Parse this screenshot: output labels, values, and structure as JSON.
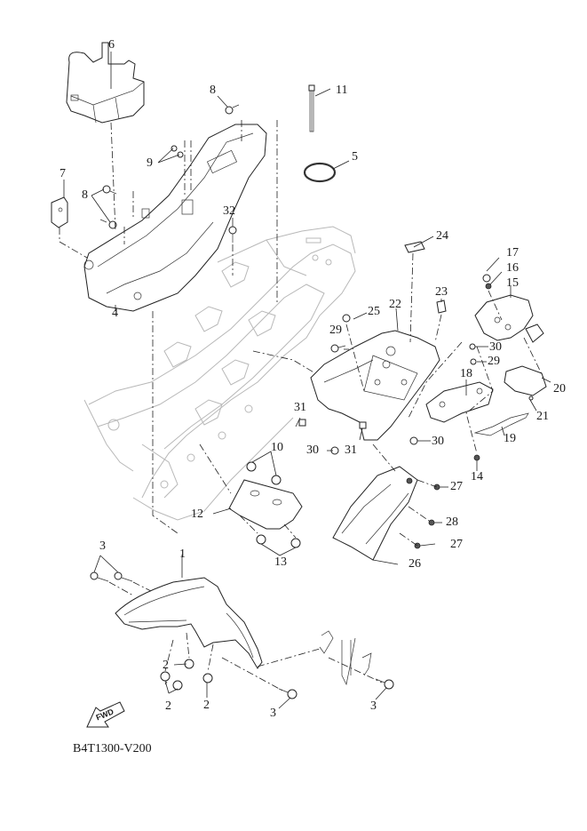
{
  "diagram": {
    "drawing_code": "B4T1300-V200",
    "direction_badge": "FWD",
    "callouts": {
      "c1": "1",
      "c2a": "2",
      "c2b": "2",
      "c2c": "2",
      "c3a": "3",
      "c3b": "3",
      "c3c": "3",
      "c4": "4",
      "c5": "5",
      "c6": "6",
      "c7": "7",
      "c8a": "8",
      "c8b": "8",
      "c9": "9",
      "c10": "10",
      "c11": "11",
      "c12": "12",
      "c13": "13",
      "c14": "14",
      "c15": "15",
      "c16": "16",
      "c17": "17",
      "c18": "18",
      "c19": "19",
      "c20": "20",
      "c21": "21",
      "c22": "22",
      "c23": "23",
      "c24": "24",
      "c25": "25",
      "c26": "26",
      "c27a": "27",
      "c27b": "27",
      "c28": "28",
      "c29a": "29",
      "c29b": "29",
      "c30a": "30",
      "c30b": "30",
      "c30c": "30",
      "c31a": "31",
      "c31b": "31",
      "c32": "32"
    }
  }
}
